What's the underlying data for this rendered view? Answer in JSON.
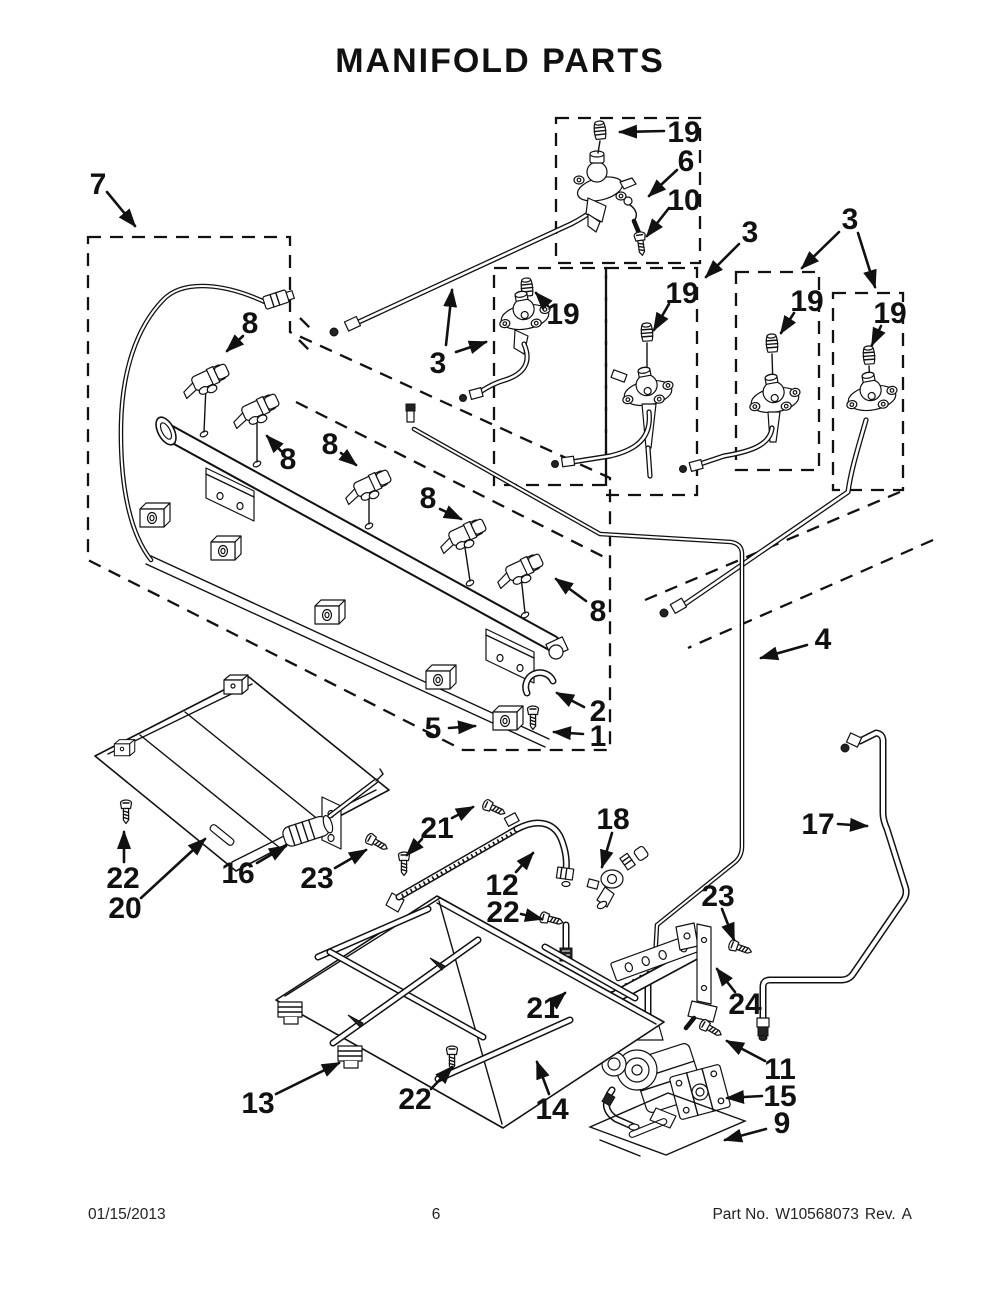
{
  "page": {
    "title": "MANIFOLD PARTS",
    "footer": {
      "date": "01/15/2013",
      "page_number": "6",
      "part_label": "Part No.",
      "part_number": "W10568073",
      "revision_label": "Rev.",
      "revision": "A"
    }
  },
  "diagram": {
    "description": "Exploded-view line drawing of gas range manifold parts with dashed grouping boxes and numbered callouts",
    "colors": {
      "background": "#ffffff",
      "line": "#111111"
    },
    "callouts": [
      {
        "label": "7"
      },
      {
        "label": "19"
      },
      {
        "label": "6"
      },
      {
        "label": "10"
      },
      {
        "label": "3"
      },
      {
        "label": "19"
      },
      {
        "label": "19"
      },
      {
        "label": "3"
      },
      {
        "label": "3"
      },
      {
        "label": "19"
      },
      {
        "label": "19"
      },
      {
        "label": "8"
      },
      {
        "label": "8"
      },
      {
        "label": "8"
      },
      {
        "label": "8"
      },
      {
        "label": "8"
      },
      {
        "label": "5"
      },
      {
        "label": "2"
      },
      {
        "label": "1"
      },
      {
        "label": "4"
      },
      {
        "label": "17"
      },
      {
        "label": "16"
      },
      {
        "label": "23"
      },
      {
        "label": "22"
      },
      {
        "label": "20"
      },
      {
        "label": "21"
      },
      {
        "label": "12"
      },
      {
        "label": "22"
      },
      {
        "label": "18"
      },
      {
        "label": "13"
      },
      {
        "label": "22"
      },
      {
        "label": "14"
      },
      {
        "label": "21"
      },
      {
        "label": "23"
      },
      {
        "label": "24"
      },
      {
        "label": "11"
      },
      {
        "label": "15"
      },
      {
        "label": "9"
      }
    ]
  }
}
